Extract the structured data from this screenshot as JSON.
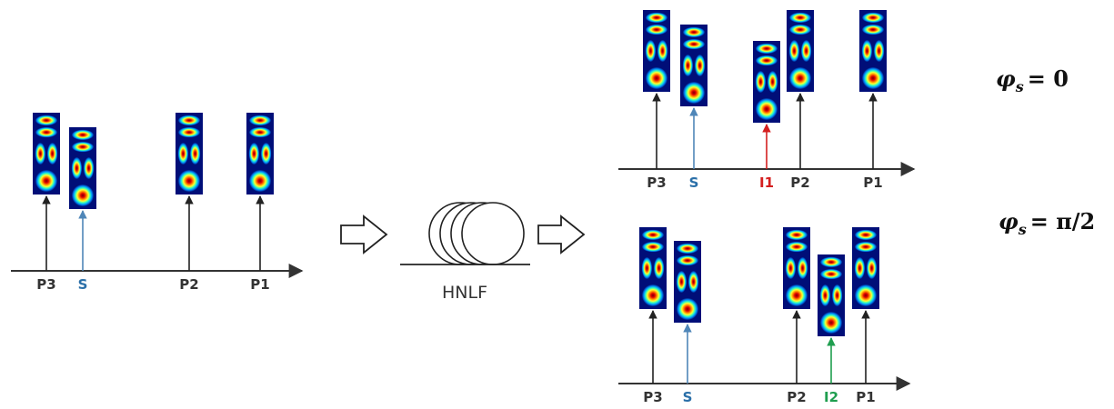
{
  "colors": {
    "pump": "#222222",
    "signal": "#4f86b8",
    "signal_label": "#2a6fa8",
    "idler1": "#d41f1f",
    "idler2": "#1f9e4f",
    "axis": "#333333"
  },
  "device_label": "HNLF",
  "modes": [
    "LP11a",
    "LP11b",
    "LP01"
  ],
  "input_spectrum": {
    "lines": [
      {
        "label": "P3",
        "kind": "pump",
        "modes": [
          "LP11a",
          "LP11b",
          "LP01"
        ]
      },
      {
        "label": "S",
        "kind": "signal",
        "modes": [
          "LP11a",
          "LP11b",
          "LP01"
        ]
      },
      {
        "label": "P2",
        "kind": "pump",
        "modes": [
          "LP11a",
          "LP11b",
          "LP01"
        ]
      },
      {
        "label": "P1",
        "kind": "pump",
        "modes": [
          "LP11a",
          "LP11b",
          "LP01"
        ]
      }
    ]
  },
  "output_spectra": [
    {
      "phase": {
        "symbol": "φ",
        "sub": "s",
        "rhs": "= 0"
      },
      "lines": [
        {
          "label": "P3",
          "kind": "pump",
          "modes": [
            "LP11a",
            "LP11b",
            "LP01"
          ]
        },
        {
          "label": "S",
          "kind": "signal",
          "modes": [
            "LP11a",
            "LP11b",
            "LP01"
          ]
        },
        {
          "label": "I1",
          "kind": "idler1",
          "modes": [
            "LP11a",
            "LP11b",
            "LP01"
          ]
        },
        {
          "label": "P2",
          "kind": "pump",
          "modes": [
            "LP11a",
            "LP11b",
            "LP01"
          ]
        },
        {
          "label": "P1",
          "kind": "pump",
          "modes": [
            "LP11a",
            "LP11b",
            "LP01"
          ]
        }
      ]
    },
    {
      "phase": {
        "symbol": "φ",
        "sub": "s",
        "rhs": "= π/2"
      },
      "lines": [
        {
          "label": "P3",
          "kind": "pump",
          "modes": [
            "LP11a",
            "LP11b",
            "LP01"
          ]
        },
        {
          "label": "S",
          "kind": "signal",
          "modes": [
            "LP11a",
            "LP11b",
            "LP01"
          ]
        },
        {
          "label": "P2",
          "kind": "pump",
          "modes": [
            "LP11a",
            "LP11b",
            "LP01"
          ]
        },
        {
          "label": "I2",
          "kind": "idler2",
          "modes": [
            "LP11a",
            "LP11b",
            "LP01"
          ]
        },
        {
          "label": "P1",
          "kind": "pump",
          "modes": [
            "LP11a",
            "LP11b",
            "LP01"
          ]
        }
      ]
    }
  ]
}
